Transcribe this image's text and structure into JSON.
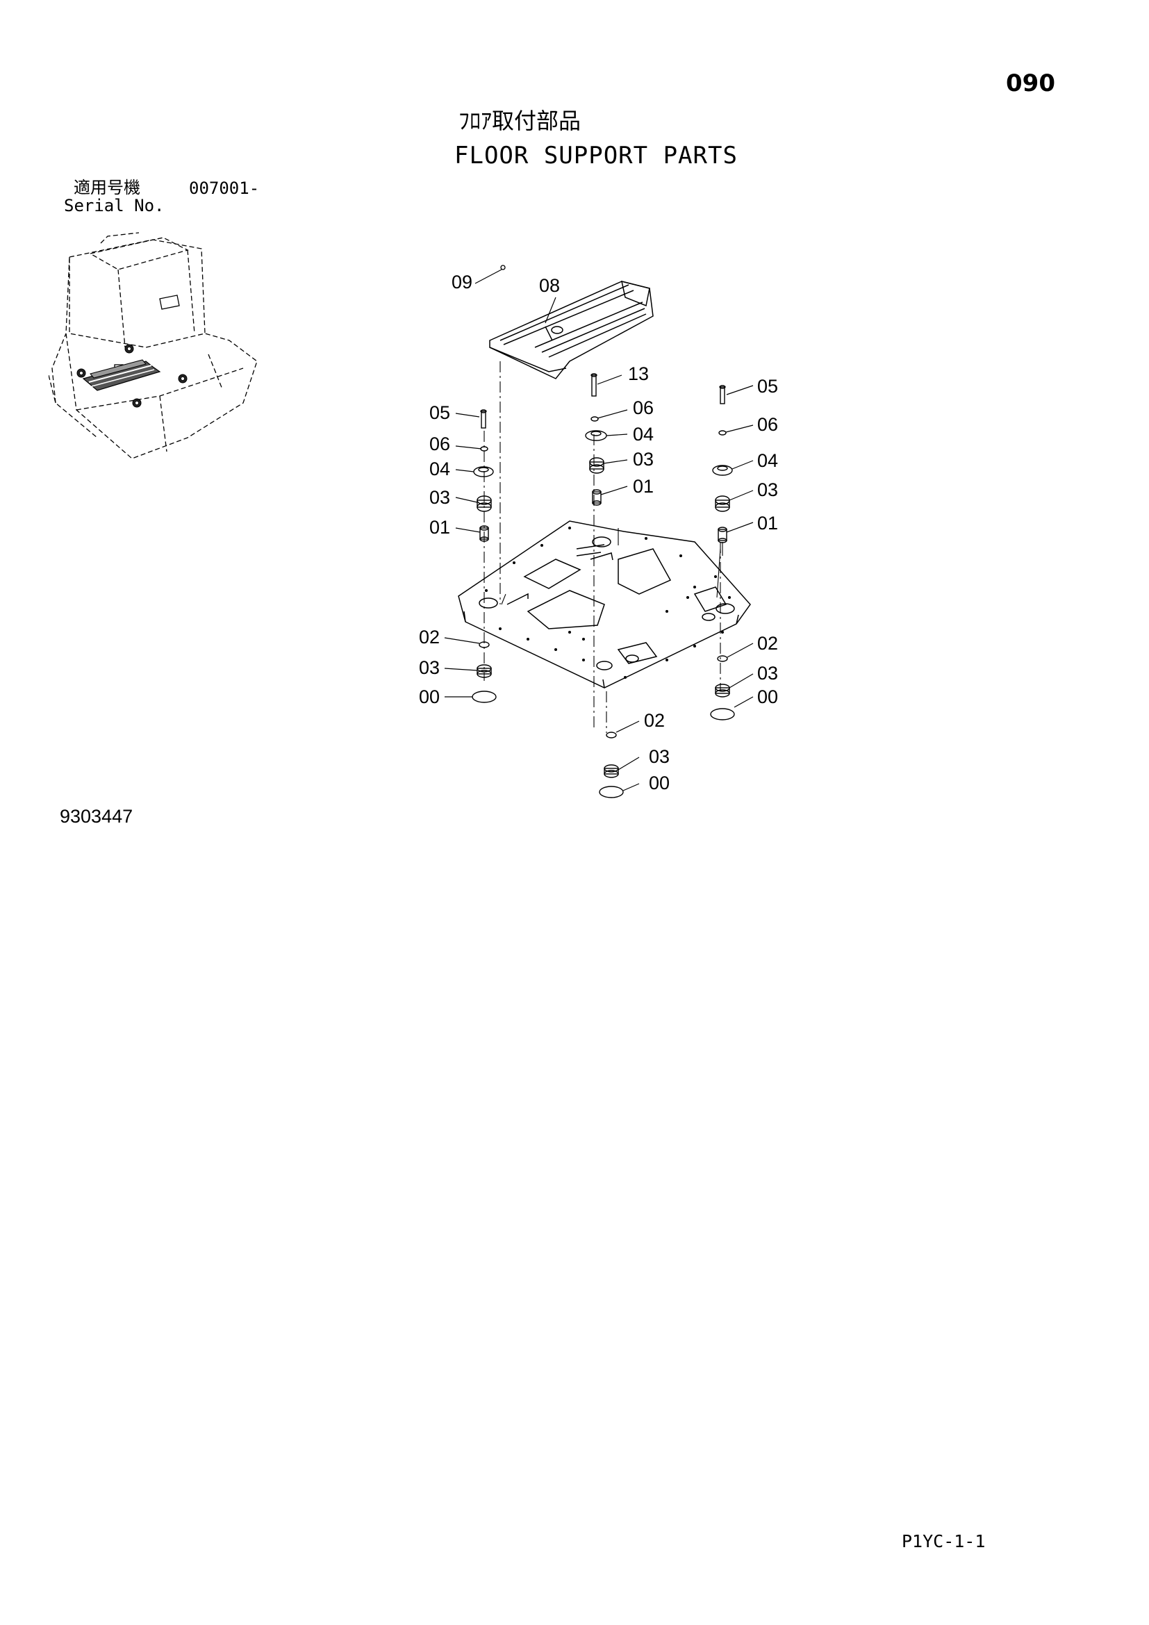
{
  "header": {
    "page_number": "090",
    "title_jp": "ﾌﾛｱ取付部品",
    "title_en": "FLOOR SUPPORT PARTS"
  },
  "serial": {
    "label_jp": "適用号機",
    "value": "007001-",
    "label_en": "Serial No."
  },
  "callouts": {
    "c09": "09",
    "c08": "08",
    "c13": "13",
    "c05_left": "05",
    "c06_left": "06",
    "c04_left": "04",
    "c03_left": "03",
    "c01_left": "01",
    "c06_center": "06",
    "c04_center": "04",
    "c03_center": "03",
    "c01_center": "01",
    "c05_right": "05",
    "c06_right": "06",
    "c04_right": "04",
    "c03_right": "03",
    "c01_right": "01",
    "c02_left": "02",
    "c03_left_low": "03",
    "c00_left": "00",
    "c02_right": "02",
    "c03_right_low": "03",
    "c00_right": "00",
    "c02_center": "02",
    "c03_center_low": "03",
    "c00_center": "00"
  },
  "footer": {
    "drawing_number": "9303447",
    "sheet_code": "P1YC-1-1"
  }
}
